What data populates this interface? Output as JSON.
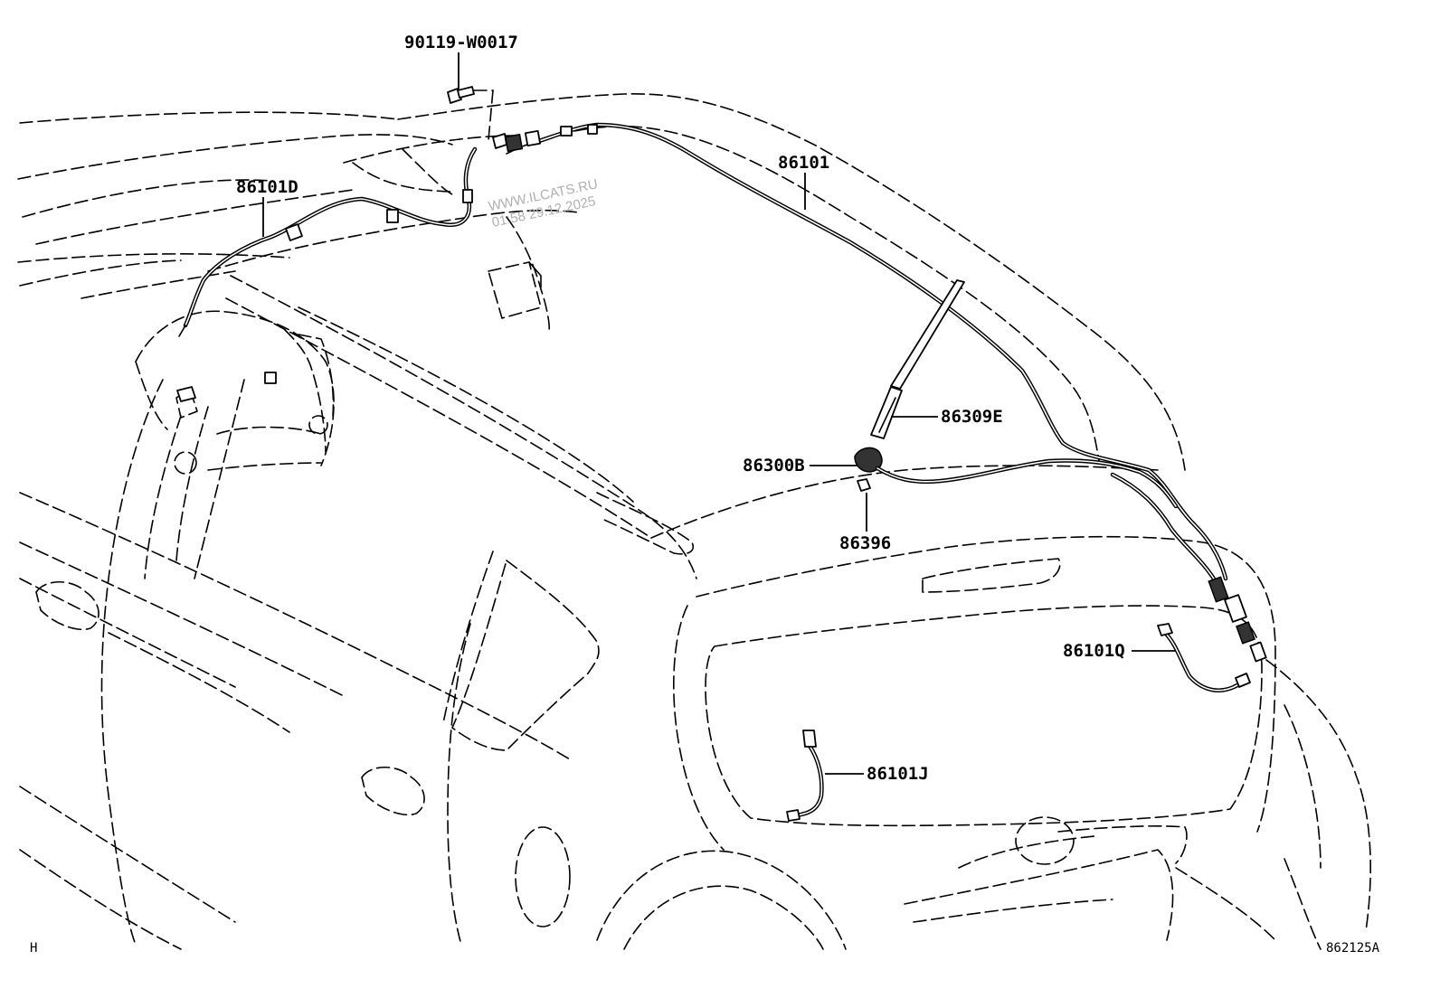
{
  "watermark": {
    "site": "WWW.ILCATS.RU",
    "stamp": "01:58 29.12.2025"
  },
  "callouts": [
    {
      "id": "bolt",
      "part_no": "90119-W0017"
    },
    {
      "id": "front-harness",
      "part_no": "86101D"
    },
    {
      "id": "roof-harness",
      "part_no": "86101"
    },
    {
      "id": "antenna-mast",
      "part_no": "86309E"
    },
    {
      "id": "antenna-base",
      "part_no": "86300B"
    },
    {
      "id": "antenna-nut",
      "part_no": "86396"
    },
    {
      "id": "gate-cord-upper",
      "part_no": "86101Q"
    },
    {
      "id": "gate-cord-lower",
      "part_no": "86101J"
    }
  ],
  "corner_left": "H",
  "figure_code": "862125A"
}
